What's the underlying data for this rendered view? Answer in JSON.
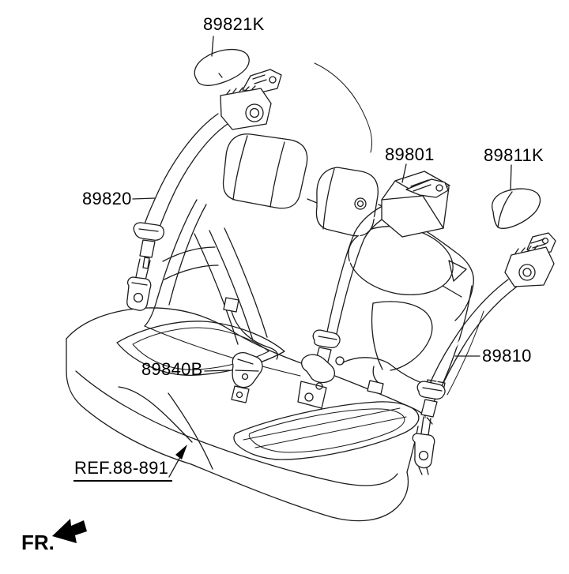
{
  "page": {
    "background_color": "#ffffff",
    "line_color": "#1c1c1c",
    "text_color": "#000000"
  },
  "diagram": {
    "type": "vehicle-parts-line-diagram",
    "subject": "rear seat belt assembly",
    "labels": {
      "p89821K": "89821K",
      "p89801": "89801",
      "p89811K": "89811K",
      "p89820": "89820",
      "p89810": "89810",
      "p89840B": "89840B",
      "ref": "REF.88-891",
      "fr": "FR."
    }
  }
}
